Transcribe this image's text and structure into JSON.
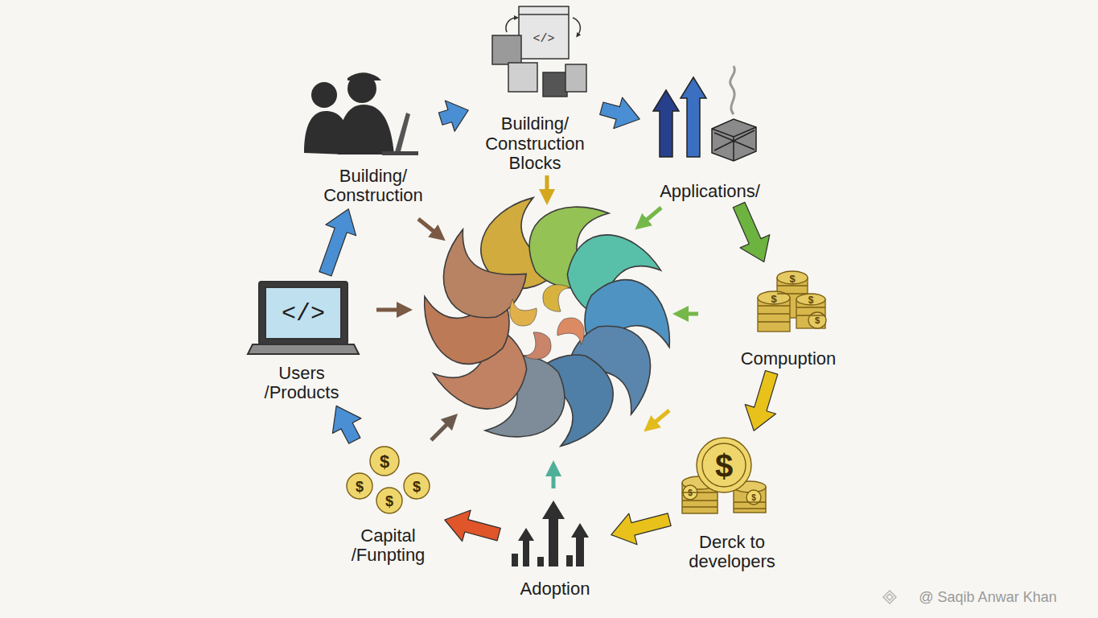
{
  "diagram": {
    "nodes": [
      {
        "text": [
          "Building/ Construction"
        ]
      },
      {
        "text": [
          "Building/ Construction Blocks"
        ]
      },
      {
        "text": [
          "Applications/"
        ]
      },
      {
        "text": [
          "Compuption"
        ]
      },
      {
        "text": [
          "Derck to developers"
        ]
      },
      {
        "text": [
          "Adoption"
        ]
      },
      {
        "text": [
          "Capital /Funpting"
        ]
      },
      {
        "text": [
          "Users /Products"
        ]
      }
    ],
    "edges": [
      {
        "from": 0,
        "to": 1,
        "arrow": "to"
      },
      {
        "from": 1,
        "to": 2,
        "arrow": "to"
      },
      {
        "from": 2,
        "to": 3,
        "arrow": "to"
      },
      {
        "from": 3,
        "to": 4,
        "arrow": "to"
      },
      {
        "from": 4,
        "to": 5,
        "arrow": "to"
      },
      {
        "from": 5,
        "to": 6,
        "arrow": "to"
      },
      {
        "from": 6,
        "to": 7,
        "arrow": "to"
      },
      {
        "from": 7,
        "to": 0,
        "arrow": "to"
      }
    ],
    "labels": [
      "</>",
      "</>",
      "$",
      "$",
      "$",
      "$",
      "$",
      "$",
      "$",
      "$",
      "$",
      "$",
      "$",
      "@ Saqib Anwar Khan"
    ]
  }
}
